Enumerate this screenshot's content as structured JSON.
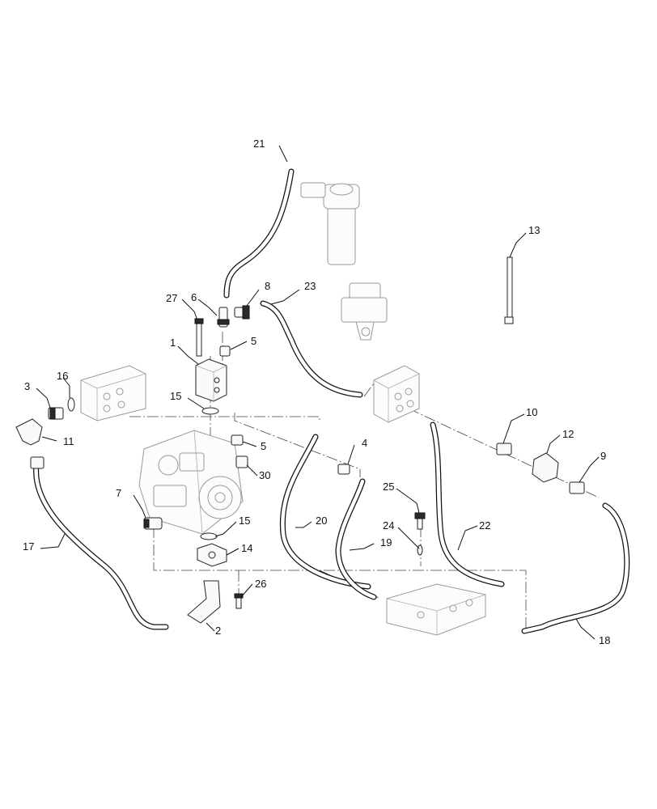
{
  "callouts": [
    {
      "id": "1",
      "label": "1"
    },
    {
      "id": "2",
      "label": "2"
    },
    {
      "id": "3",
      "label": "3"
    },
    {
      "id": "4",
      "label": "4"
    },
    {
      "id": "5a",
      "label": "5"
    },
    {
      "id": "5b",
      "label": "5"
    },
    {
      "id": "6",
      "label": "6"
    },
    {
      "id": "7",
      "label": "7"
    },
    {
      "id": "8",
      "label": "8"
    },
    {
      "id": "9",
      "label": "9"
    },
    {
      "id": "10",
      "label": "10"
    },
    {
      "id": "11",
      "label": "11"
    },
    {
      "id": "12",
      "label": "12"
    },
    {
      "id": "13",
      "label": "13"
    },
    {
      "id": "14",
      "label": "14"
    },
    {
      "id": "15a",
      "label": "15"
    },
    {
      "id": "15b",
      "label": "15"
    },
    {
      "id": "16",
      "label": "16"
    },
    {
      "id": "17",
      "label": "17"
    },
    {
      "id": "18",
      "label": "18"
    },
    {
      "id": "19",
      "label": "19"
    },
    {
      "id": "20",
      "label": "20"
    },
    {
      "id": "21",
      "label": "21"
    },
    {
      "id": "22",
      "label": "22"
    },
    {
      "id": "23",
      "label": "23"
    },
    {
      "id": "24",
      "label": "24"
    },
    {
      "id": "25",
      "label": "25"
    },
    {
      "id": "26",
      "label": "26"
    },
    {
      "id": "27",
      "label": "27"
    },
    {
      "id": "30",
      "label": "30"
    }
  ]
}
